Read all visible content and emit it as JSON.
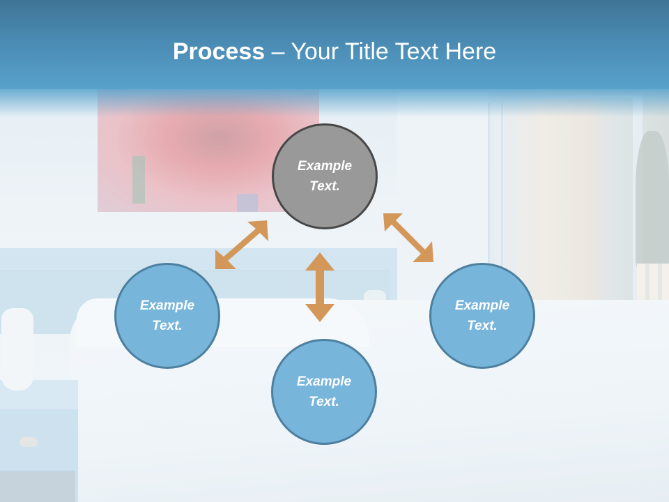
{
  "slide": {
    "title": {
      "bold_part": "Process",
      "rest_part": " – Your Title Text Here"
    },
    "colors": {
      "header_top": "#3f7596",
      "header_bottom": "#58a2cc",
      "center_node_fill": "#999999",
      "center_node_border": "#474747",
      "leaf_node_fill": "#77b5da",
      "leaf_node_border": "#4d7f9e",
      "arrow": "#d4975a"
    },
    "diagram": {
      "center": {
        "label": "Example Text."
      },
      "left": {
        "label": "Example Text."
      },
      "bottom": {
        "label": "Example Text."
      },
      "right": {
        "label": "Example Text."
      }
    }
  }
}
